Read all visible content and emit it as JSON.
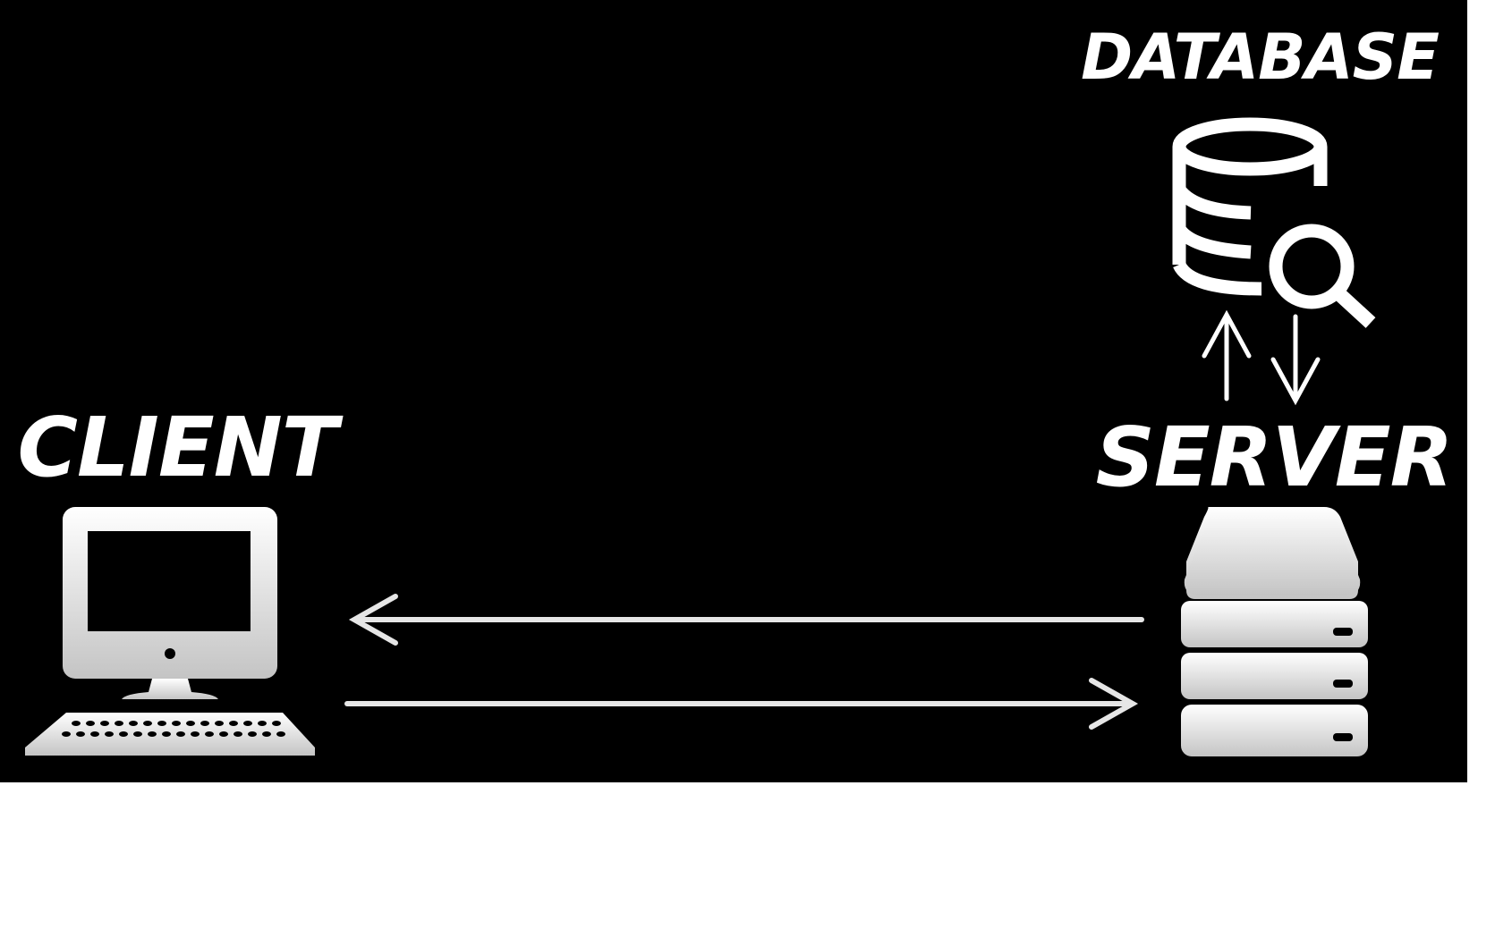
{
  "diagram": {
    "labels": {
      "database": "DATABASE",
      "server": "SERVER",
      "client": "CLIENT"
    },
    "nodes": [
      {
        "id": "client",
        "icon": "desktop-computer-icon"
      },
      {
        "id": "server",
        "icon": "server-stack-icon"
      },
      {
        "id": "database",
        "icon": "database-search-icon"
      }
    ],
    "edges": [
      {
        "from": "server",
        "to": "client",
        "style": "arrow"
      },
      {
        "from": "client",
        "to": "server",
        "style": "arrow"
      },
      {
        "from": "server",
        "to": "database",
        "style": "arrow"
      },
      {
        "from": "database",
        "to": "server",
        "style": "arrow"
      }
    ],
    "colors": {
      "background": "#000000",
      "foreground": "#ffffff",
      "icon_gradient_top": "#ffffff",
      "icon_gradient_bottom": "#c8c8c8",
      "page": "#ffffff"
    }
  }
}
